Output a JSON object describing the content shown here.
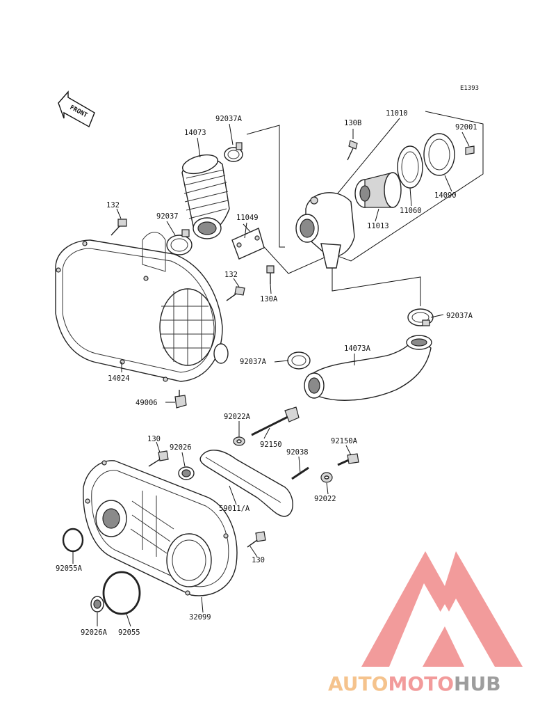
{
  "diagram": {
    "reference_code": "E1393",
    "front_indicator": "FRONT",
    "labels": {
      "p92037A_top": "92037A",
      "p14073": "14073",
      "p130B": "130B",
      "p11010": "11010",
      "p92001": "92001",
      "p14090": "14090",
      "p11060": "11060",
      "p11013": "11013",
      "p132_top": "132",
      "p92037": "92037",
      "p11049": "11049",
      "p132_mid": "132",
      "p130A": "130A",
      "p92037A_right": "92037A",
      "p14073A": "14073A",
      "p92037A_mid": "92037A",
      "p14024": "14024",
      "p49006": "49006",
      "p92022A": "92022A",
      "p92150": "92150",
      "p130_top": "130",
      "p92026": "92026",
      "p92038": "92038",
      "p92150A": "92150A",
      "p92022": "92022",
      "p59011A": "59011/A",
      "p130_right": "130",
      "p92055A": "92055A",
      "p32099": "32099",
      "p92026A": "92026A",
      "p92055": "92055"
    }
  },
  "watermark": {
    "part1": "AUTO",
    "part2": "MOTO",
    "part3": "HUB",
    "color_orange": "#f4b97a",
    "color_red": "#f08a8a",
    "color_gray": "#8c8c8c"
  }
}
